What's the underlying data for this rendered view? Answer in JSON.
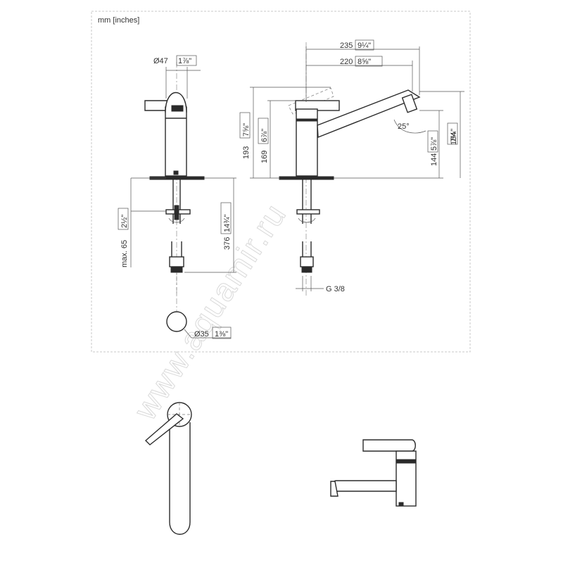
{
  "units_label": "mm [inches]",
  "dimensions": {
    "d47": "Ø47",
    "d47_in": "1⅞\"",
    "d35": "Ø35",
    "d35_in": "1⅜\"",
    "max65": "max. 65",
    "max65_in": "2½\"",
    "h376": "376",
    "h376_in": "14¾\"",
    "w235": "235",
    "w235_in": "9¼\"",
    "w220": "220",
    "w220_in": "8⅝\"",
    "h193": "193",
    "h193_in": "7⅝\"",
    "h169": "169",
    "h169_in": "6⅞\"",
    "h144": "144",
    "h144_in": "5⅞\"",
    "h184": "184",
    "h184_in": "7¼\"",
    "angle": "25°",
    "thread": "G 3/8"
  },
  "watermark": "www.aquamir.ru"
}
